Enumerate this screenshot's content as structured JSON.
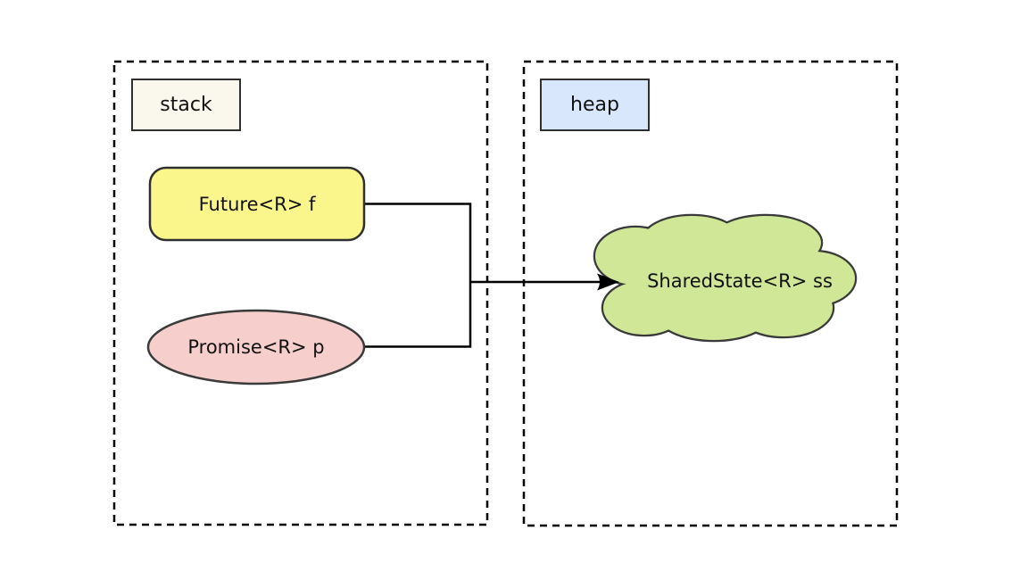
{
  "diagram": {
    "background": "#ffffff",
    "regions": {
      "stack": {
        "label": "stack",
        "label_bg": "#faf7ec",
        "border_color": "#000000",
        "border_style": "dashed"
      },
      "heap": {
        "label": "heap",
        "label_bg": "#d8e7fb",
        "border_color": "#000000",
        "border_style": "dashed"
      }
    },
    "nodes": {
      "future": {
        "label": "Future<R> f",
        "shape": "rounded-rectangle",
        "region": "stack",
        "fill": "#faf68c",
        "stroke": "#2f2f2f"
      },
      "promise": {
        "label": "Promise<R> p",
        "shape": "ellipse",
        "region": "stack",
        "fill": "#f6cfcd",
        "stroke": "#3a3a3a"
      },
      "shared_state": {
        "label": "SharedState<R> ss",
        "shape": "cloud",
        "region": "heap",
        "fill": "#cfe796",
        "stroke": "#3a3a3a"
      }
    },
    "edges": {
      "color": "#000000",
      "connections": [
        {
          "from": "Future<R> f",
          "to": "SharedState<R> ss",
          "arrow": true
        },
        {
          "from": "Promise<R> p",
          "to": "SharedState<R> ss",
          "arrow": true
        }
      ]
    }
  }
}
